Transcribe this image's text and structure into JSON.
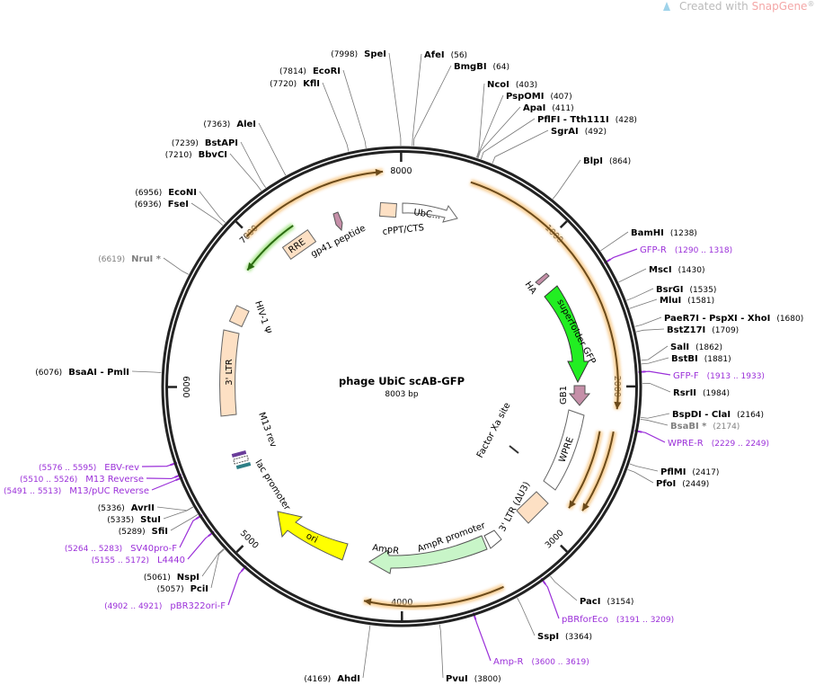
{
  "watermark": {
    "text": "Created with ",
    "brand": "SnapGene",
    "mark": "®"
  },
  "plasmid": {
    "name": "phage UbiC scAB-GFP",
    "length": "8003 bp",
    "total_bp": 8003
  },
  "ticks": [
    "1000",
    "2000",
    "3000",
    "4000",
    "5000",
    "6000",
    "7000",
    "8000"
  ],
  "colors": {
    "backbone": "#222222",
    "primer": "#9b30d9",
    "orange": "#f6c27a",
    "green_feature": "#22dd22",
    "yellow": "#ffff00",
    "ampr": "#c8f5c8",
    "peach": "#fde0c4",
    "purple_feature": "#c58fa8"
  },
  "sites": [
    {
      "name": "AfeI",
      "pos": "(56)",
      "bp": 56,
      "side": "right"
    },
    {
      "name": "BmgBI",
      "pos": "(64)",
      "bp": 64,
      "side": "right"
    },
    {
      "name": "NcoI",
      "pos": "(403)",
      "bp": 403,
      "side": "right"
    },
    {
      "name": "PspOMI",
      "pos": "(407)",
      "bp": 407,
      "side": "right"
    },
    {
      "name": "ApaI",
      "pos": "(411)",
      "bp": 411,
      "side": "right"
    },
    {
      "name": "PflFI  - Tth111I",
      "pos": "(428)",
      "bp": 428,
      "side": "right"
    },
    {
      "name": "SgrAI",
      "pos": "(492)",
      "bp": 492,
      "side": "right"
    },
    {
      "name": "BlpI",
      "pos": "(864)",
      "bp": 864,
      "side": "right"
    },
    {
      "name": "BamHI",
      "pos": "(1238)",
      "bp": 1238,
      "side": "right"
    },
    {
      "name": "MscI",
      "pos": "(1430)",
      "bp": 1430,
      "side": "right"
    },
    {
      "name": "BsrGI",
      "pos": "(1535)",
      "bp": 1535,
      "side": "right"
    },
    {
      "name": "MluI",
      "pos": "(1581)",
      "bp": 1581,
      "side": "right"
    },
    {
      "name": "PaeR7I  - PspXI  - XhoI",
      "pos": "(1680)",
      "bp": 1680,
      "side": "right"
    },
    {
      "name": "BstZ17I",
      "pos": "(1709)",
      "bp": 1709,
      "side": "right"
    },
    {
      "name": "SalI",
      "pos": "(1862)",
      "bp": 1862,
      "side": "right"
    },
    {
      "name": "BstBI",
      "pos": "(1881)",
      "bp": 1881,
      "side": "right"
    },
    {
      "name": "RsrII",
      "pos": "(1984)",
      "bp": 1984,
      "side": "right"
    },
    {
      "name": "BspDI  - ClaI",
      "pos": "(2164)",
      "bp": 2164,
      "side": "right"
    },
    {
      "name": "BsaBI *",
      "pos": "(2174)",
      "bp": 2174,
      "side": "right",
      "gray": true
    },
    {
      "name": "PflMI",
      "pos": "(2417)",
      "bp": 2417,
      "side": "right"
    },
    {
      "name": "PfoI",
      "pos": "(2449)",
      "bp": 2449,
      "side": "right"
    },
    {
      "name": "PacI",
      "pos": "(3154)",
      "bp": 3154,
      "side": "right"
    },
    {
      "name": "SspI",
      "pos": "(3364)",
      "bp": 3364,
      "side": "right"
    },
    {
      "name": "PvuI",
      "pos": "(3800)",
      "bp": 3800,
      "side": "right"
    },
    {
      "name": "AhdI",
      "pos": "(4169)",
      "bp": 4169,
      "side": "left"
    },
    {
      "name": "PciI",
      "pos": "(5057)",
      "bp": 5057,
      "side": "left"
    },
    {
      "name": "NspI",
      "pos": "(5061)",
      "bp": 5061,
      "side": "left"
    },
    {
      "name": "SfiI",
      "pos": "(5289)",
      "bp": 5289,
      "side": "left"
    },
    {
      "name": "StuI",
      "pos": "(5335)",
      "bp": 5335,
      "side": "left"
    },
    {
      "name": "AvrII",
      "pos": "(5336)",
      "bp": 5336,
      "side": "left"
    },
    {
      "name": "BsaAI  - PmlI",
      "pos": "(6076)",
      "bp": 6076,
      "side": "left"
    },
    {
      "name": "NruI *",
      "pos": "(6619)",
      "bp": 6619,
      "side": "left",
      "gray": true
    },
    {
      "name": "FseI",
      "pos": "(6936)",
      "bp": 6936,
      "side": "left"
    },
    {
      "name": "EcoNI",
      "pos": "(6956)",
      "bp": 6956,
      "side": "left"
    },
    {
      "name": "BbvCI",
      "pos": "(7210)",
      "bp": 7210,
      "side": "left"
    },
    {
      "name": "BstAPI",
      "pos": "(7239)",
      "bp": 7239,
      "side": "left"
    },
    {
      "name": "AleI",
      "pos": "(7363)",
      "bp": 7363,
      "side": "left"
    },
    {
      "name": "KflI",
      "pos": "(7720)",
      "bp": 7720,
      "side": "left"
    },
    {
      "name": "EcoRI",
      "pos": "(7814)",
      "bp": 7814,
      "side": "left"
    },
    {
      "name": "SpeI",
      "pos": "(7998)",
      "bp": 7998,
      "side": "left"
    }
  ],
  "primers": [
    {
      "name": "GFP-R",
      "range": "(1290 .. 1318)",
      "bp": 1304,
      "side": "right"
    },
    {
      "name": "GFP-F",
      "range": "(1913 .. 1933)",
      "bp": 1923,
      "side": "right"
    },
    {
      "name": "WPRE-R",
      "range": "(2229 .. 2249)",
      "bp": 2239,
      "side": "right"
    },
    {
      "name": "pBRforEco",
      "range": "(3191 .. 3209)",
      "bp": 3200,
      "side": "right"
    },
    {
      "name": "Amp-R",
      "range": "(3600 .. 3619)",
      "bp": 3610,
      "side": "right"
    },
    {
      "name": "pBR322ori-F",
      "range": "(4902 .. 4921)",
      "bp": 4912,
      "side": "left"
    },
    {
      "name": "L4440",
      "range": "(5155 .. 5172)",
      "bp": 5164,
      "side": "left"
    },
    {
      "name": "SV40pro-F",
      "range": "(5264 .. 5283)",
      "bp": 5274,
      "side": "left"
    },
    {
      "name": "M13/pUC Reverse",
      "range": "(5491 .. 5513)",
      "bp": 5502,
      "side": "left"
    },
    {
      "name": "M13 Reverse",
      "range": "(5510 .. 5526)",
      "bp": 5518,
      "side": "left"
    },
    {
      "name": "EBV-rev",
      "range": "(5576 .. 5595)",
      "bp": 5586,
      "side": "left"
    }
  ],
  "features": {
    "ubc": "UbC...",
    "cppt": "cPPT/CTS",
    "gp41": "gp41 peptide",
    "rre": "RRE",
    "hiv_psi": "HIV-1 Ψ",
    "ltr3": "3' LTR",
    "m13rev": "M13 rev",
    "lac": "lac promoter",
    "ori": "ori",
    "ampr": "AmpR",
    "ampr_promoter": "AmpR promoter",
    "ltr_du3": "3' LTR (ΔU3)",
    "wpre": "WPRE",
    "gb1": "GB1",
    "sfgfp": "superfolder GFP",
    "ha": "HA",
    "factor_xa": "Factor Xa site"
  }
}
